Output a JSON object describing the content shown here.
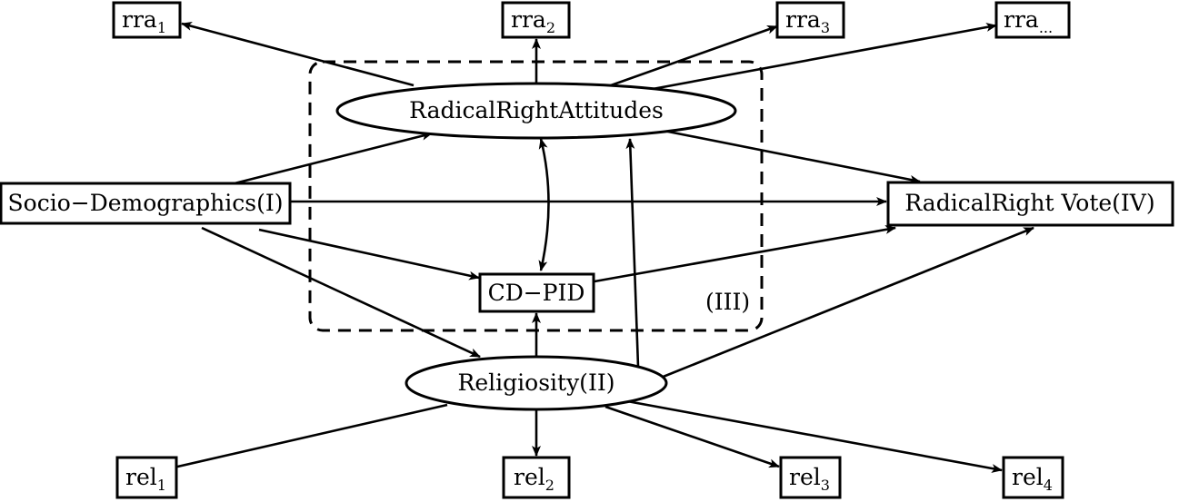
{
  "nodes": {
    "rra1": {
      "base": "rra",
      "sub": "1"
    },
    "rra2": {
      "base": "rra",
      "sub": "2"
    },
    "rra3": {
      "base": "rra",
      "sub": "3"
    },
    "rra_more": {
      "base": "rra",
      "sub": "..."
    },
    "radical_right_attitudes": {
      "label": "RadicalRightAttitudes"
    },
    "socio_demographics": {
      "label": "Socio−Demographics(I)"
    },
    "radical_right_vote": {
      "label": "RadicalRight Vote(IV)"
    },
    "cd_pid": {
      "label": "CD−PID"
    },
    "religiosity": {
      "label": "Religiosity(II)"
    },
    "rel1": {
      "base": "rel",
      "sub": "1"
    },
    "rel2": {
      "base": "rel",
      "sub": "2"
    },
    "rel3": {
      "base": "rel",
      "sub": "3"
    },
    "rel4": {
      "base": "rel",
      "sub": "4"
    }
  },
  "group": {
    "label": "(III)"
  }
}
